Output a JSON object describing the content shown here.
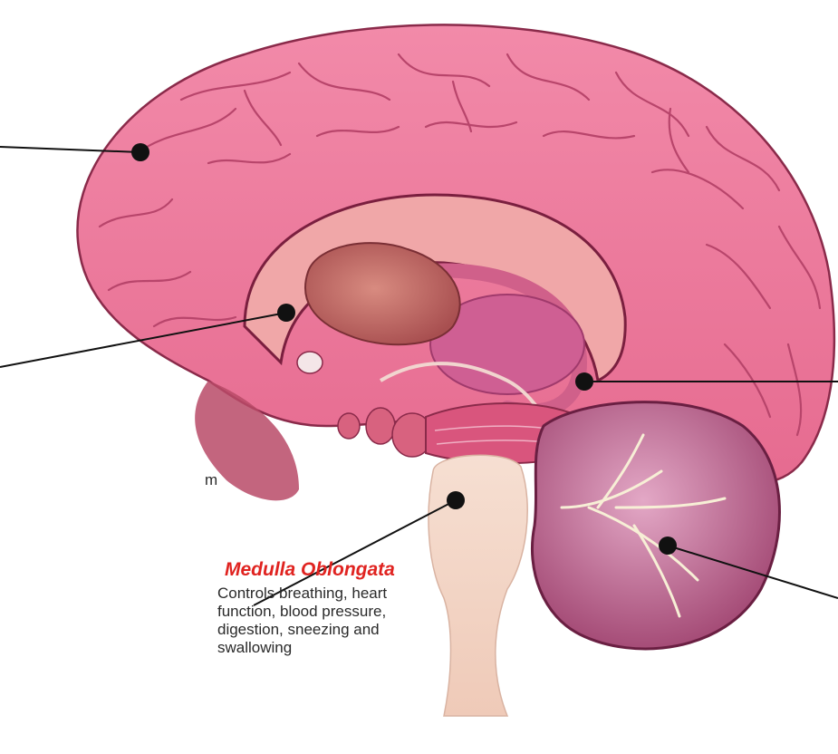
{
  "colors": {
    "title_red": "#e02320",
    "text": "#2a2a2a",
    "leader_line": "#111111",
    "cerebrum": "#ee7a9c",
    "cerebrum_outline": "#8a2a4a",
    "thalamus": "#c9706a",
    "brainstem": "#f3d7c9",
    "cerebellum": "#b0457a"
  },
  "labels": {
    "medulla": {
      "title": "Medulla Oblongata",
      "description_lines": [
        "Controls breathing, heart",
        "function, blood pressure,",
        "digestion, sneezing and",
        "swallowing"
      ]
    },
    "fragments": {
      "partial_text": "m"
    }
  }
}
